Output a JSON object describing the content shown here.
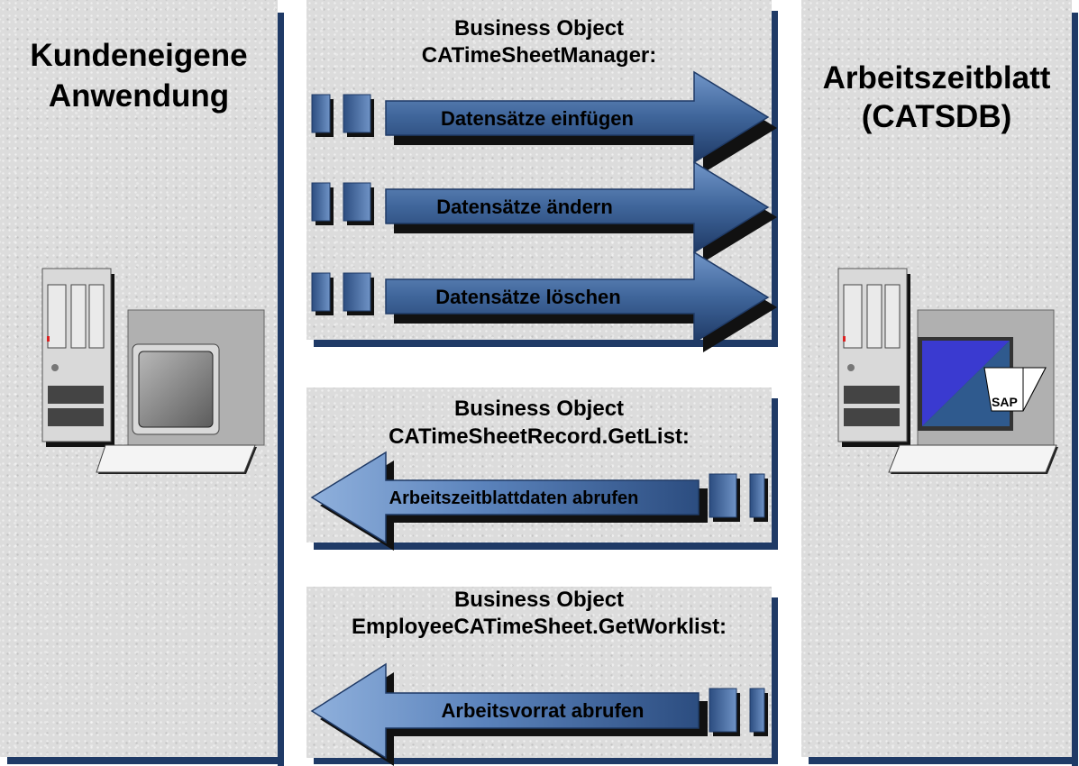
{
  "left_panel": {
    "title_line1": "Kundeneigene",
    "title_line2": "Anwendung",
    "icon": "computer-icon"
  },
  "right_panel": {
    "title_line1": "Arbeitszeitblatt",
    "title_line2": "(CATSDB)",
    "icon": "computer-sap-icon",
    "sap_label": "SAP"
  },
  "box1": {
    "title_line1": "Business Object",
    "title_line2": "CATimeSheetManager:",
    "arrows": [
      "Datensätze einfügen",
      "Datensätze ändern",
      "Datensätze löschen"
    ],
    "direction": "right"
  },
  "box2": {
    "title_line1": "Business Object",
    "title_line2": "CATimeSheetRecord.GetList:",
    "arrows": [
      "Arbeitszeitblattdaten abrufen"
    ],
    "direction": "left"
  },
  "box3": {
    "title_line1": "Business Object",
    "title_line2": "EmployeeCATimeSheet.GetWorklist:",
    "arrows": [
      "Arbeitsvorrat abrufen"
    ],
    "direction": "left"
  },
  "colors": {
    "arrow_dark": "#1f3a66",
    "arrow_light": "#4f78ae",
    "shadow": "#000000",
    "panel": "#dcdcdc"
  }
}
